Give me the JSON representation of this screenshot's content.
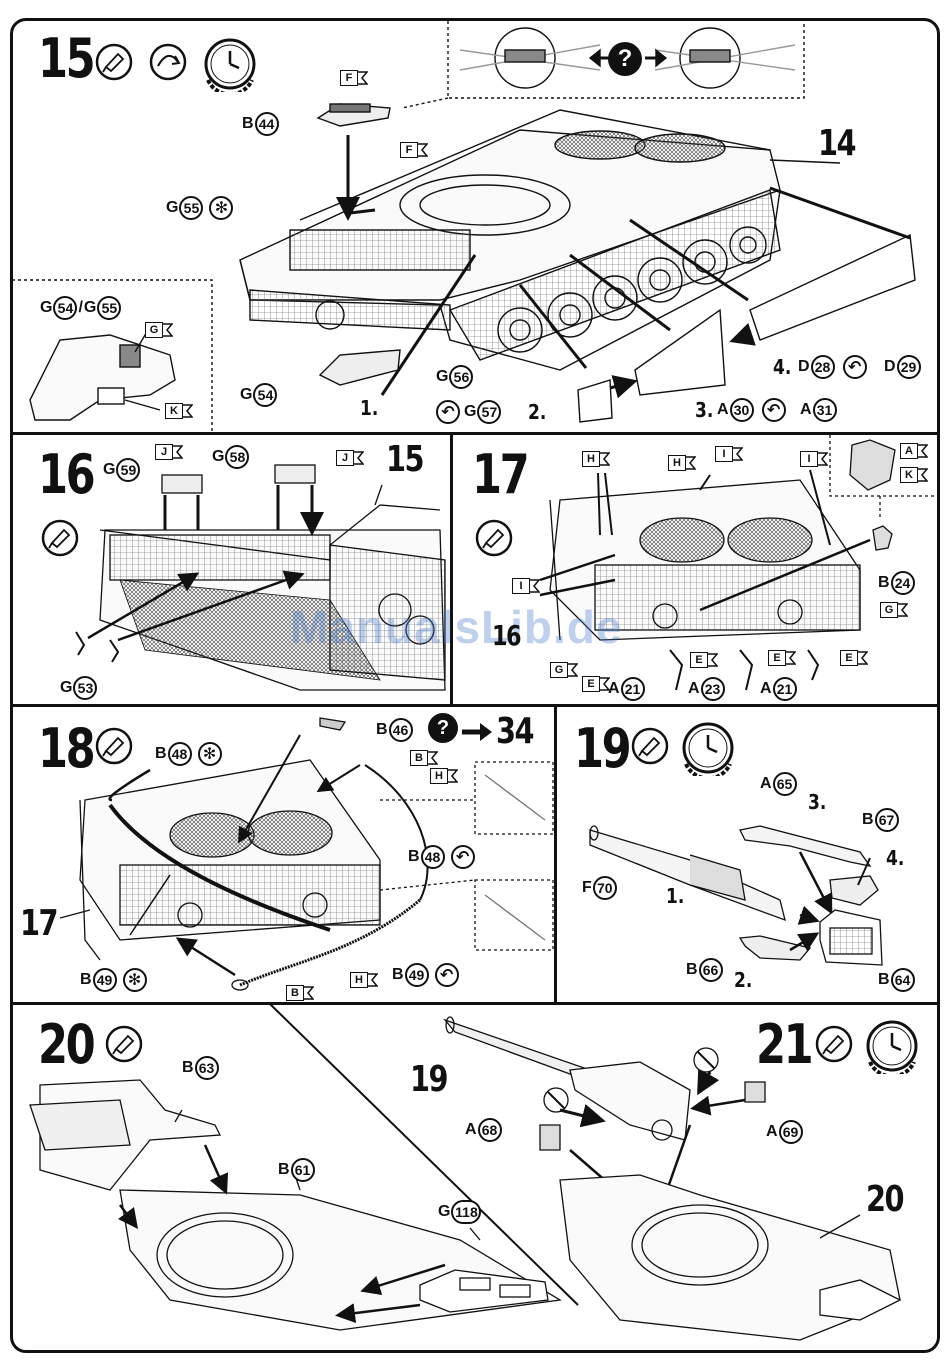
{
  "steps": {
    "s15": {
      "number": "15",
      "ref": "14",
      "parts": {
        "b44": {
          "letter": "B",
          "num": "44"
        },
        "g55": {
          "letter": "G",
          "num": "55"
        },
        "g54g55": {
          "letter1": "G",
          "num1": "54",
          "sep": "/",
          "letter2": "G",
          "num2": "55"
        },
        "g54": {
          "letter": "G",
          "num": "54"
        },
        "g56": {
          "letter": "G",
          "num": "56"
        },
        "g57": {
          "letter": "G",
          "num": "57"
        },
        "a30": {
          "letter": "A",
          "num": "30"
        },
        "a31": {
          "letter": "A",
          "num": "31"
        },
        "d28": {
          "letter": "D",
          "num": "28"
        },
        "d29": {
          "letter": "D",
          "num": "29"
        }
      },
      "flags": {
        "f1": "F",
        "f2": "F",
        "g": "G",
        "k": "K"
      },
      "seq": {
        "s1": "1.",
        "s2": "2.",
        "s3": "3.",
        "s4": "4."
      }
    },
    "s16": {
      "number": "16",
      "ref": "15",
      "parts": {
        "g59": {
          "letter": "G",
          "num": "59"
        },
        "g58": {
          "letter": "G",
          "num": "58"
        },
        "g53": {
          "letter": "G",
          "num": "53"
        }
      },
      "flags": {
        "j1": "J",
        "j2": "J"
      }
    },
    "s17": {
      "number": "17",
      "ref": "16",
      "parts": {
        "b24": {
          "letter": "B",
          "num": "24"
        },
        "a21a": {
          "letter": "A",
          "num": "21"
        },
        "a23": {
          "letter": "A",
          "num": "23"
        },
        "a21b": {
          "letter": "A",
          "num": "21"
        }
      },
      "flags": {
        "h1": "H",
        "h2": "H",
        "i1": "I",
        "i2": "I",
        "i3": "I",
        "a": "A",
        "k": "K",
        "g1": "G",
        "g2": "G",
        "e1": "E",
        "e2": "E",
        "e3": "E",
        "e4": "E"
      }
    },
    "s18": {
      "number": "18",
      "ref": "17",
      "goto": "34",
      "parts": {
        "b48a": {
          "letter": "B",
          "num": "48"
        },
        "b46": {
          "letter": "B",
          "num": "46"
        },
        "b48b": {
          "letter": "B",
          "num": "48"
        },
        "b49a": {
          "letter": "B",
          "num": "49"
        },
        "b49b": {
          "letter": "B",
          "num": "49"
        }
      },
      "flags": {
        "b1": "B",
        "h1": "H",
        "h2": "H",
        "b2": "B"
      }
    },
    "s19": {
      "number": "19",
      "parts": {
        "a65": {
          "letter": "A",
          "num": "65"
        },
        "b67": {
          "letter": "B",
          "num": "67"
        },
        "f70": {
          "letter": "F",
          "num": "70"
        },
        "b66": {
          "letter": "B",
          "num": "66"
        },
        "b64": {
          "letter": "B",
          "num": "64"
        }
      },
      "seq": {
        "s1": "1.",
        "s2": "2.",
        "s3": "3.",
        "s4": "4."
      }
    },
    "s20": {
      "number": "20",
      "parts": {
        "b63": {
          "letter": "B",
          "num": "63"
        },
        "b61": {
          "letter": "B",
          "num": "61"
        },
        "g118": {
          "letter": "G",
          "num": "118"
        }
      }
    },
    "s21": {
      "number": "21",
      "ref19": "19",
      "ref20": "20",
      "parts": {
        "a68": {
          "letter": "A",
          "num": "68"
        },
        "a69": {
          "letter": "A",
          "num": "69"
        }
      }
    }
  },
  "icons": {
    "glue": "glue-tube-icon",
    "bend": "bend-icon",
    "clock": "clock-icon",
    "asterisk": "asterisk-icon",
    "heat": "heat-bend-icon",
    "question": "?"
  },
  "watermark": "ManualsLib.de"
}
